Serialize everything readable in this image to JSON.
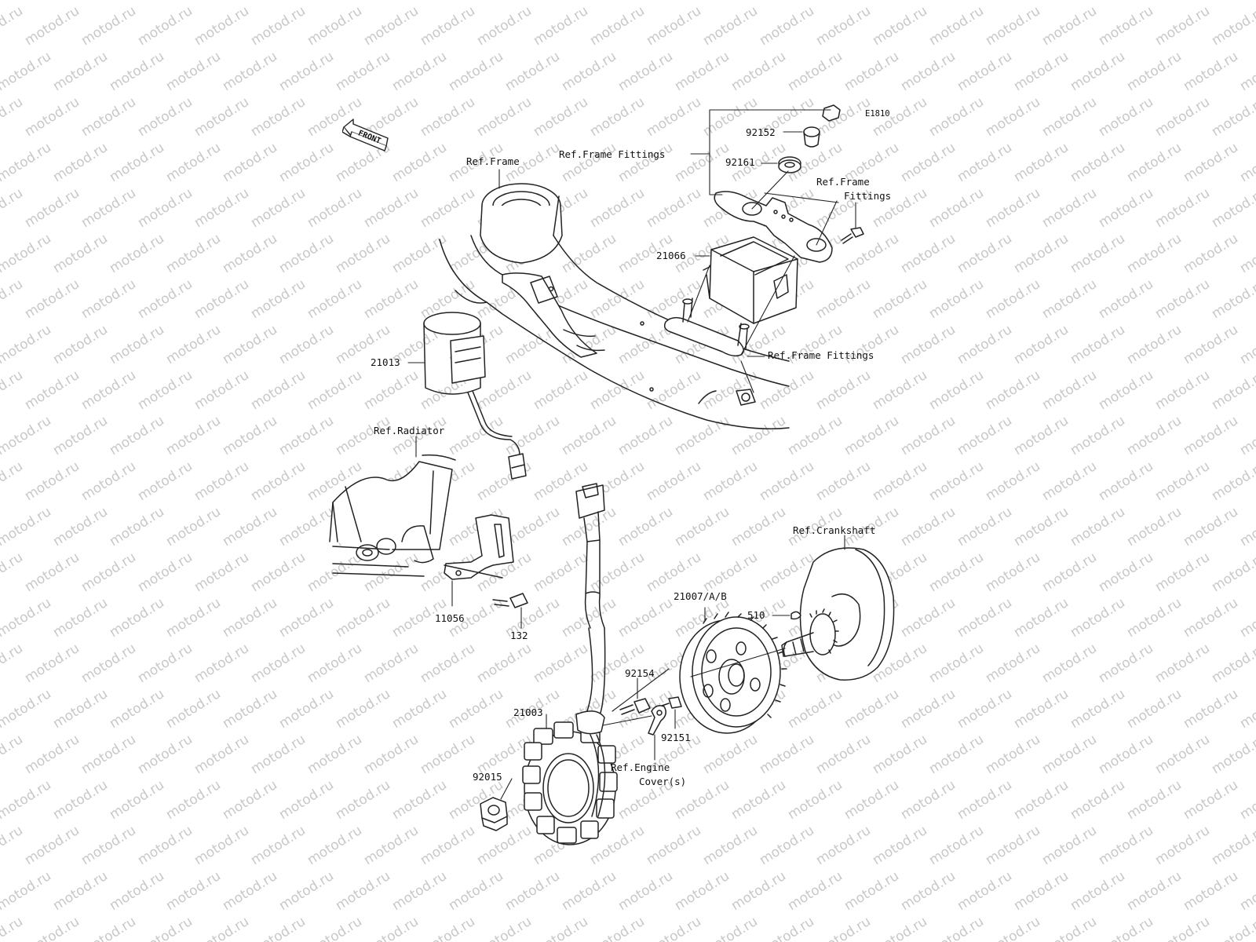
{
  "diagram_id": "E1810",
  "front_label": "FRONT",
  "watermark": "motod.ru",
  "references": {
    "frame": "Ref.Frame",
    "frame_fittings_top": "Ref.Frame Fittings",
    "frame_fittings_right_1": "Ref.Frame",
    "frame_fittings_right_2": "Fittings",
    "frame_fittings_lower": "Ref.Frame Fittings",
    "radiator": "Ref.Radiator",
    "crankshaft": "Ref.Crankshaft",
    "engine_cover_1": "Ref.Engine",
    "engine_cover_2": "Cover(s)"
  },
  "parts": {
    "p92152": "92152",
    "p92161": "92161",
    "p21066": "21066",
    "p21013": "21013",
    "p11056": "11056",
    "p132": "132",
    "p21007": "21007/A/B",
    "p510": "510",
    "p92154": "92154",
    "p21003": "21003",
    "p92151": "92151",
    "p92015": "92015"
  },
  "colors": {
    "line": "#222222",
    "fill": "#ffffff",
    "watermark": "#c8c8c8"
  }
}
